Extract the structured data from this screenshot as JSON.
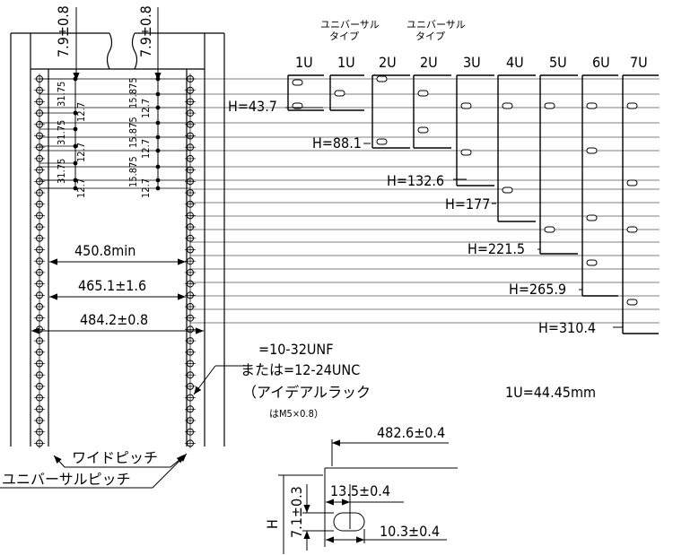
{
  "top_dims": {
    "left": "7.9±0.8",
    "right": "7.9±0.8"
  },
  "pitch_left": [
    "31.75",
    "12.7",
    "31.75",
    "12.7",
    "31.75",
    "12.7"
  ],
  "pitch_right": [
    "15.875",
    "12.7",
    "15.875",
    "12.7",
    "15.875",
    "12.7"
  ],
  "widths": {
    "w1": "450.8min",
    "w2": "465.1±1.6",
    "w3": "484.2±0.8"
  },
  "universal_type": {
    "line1": "ユニバーサル",
    "line2": "タイプ"
  },
  "units": [
    "1U",
    "1U",
    "2U",
    "2U",
    "3U",
    "4U",
    "5U",
    "6U",
    "7U"
  ],
  "heights": {
    "h1": "H=43.7",
    "h2": "H=88.1",
    "h3": "H=132.6",
    "h4": "H=177",
    "h5": "H=221.5",
    "h6": "H=265.9",
    "h7": "H=310.4"
  },
  "screw_note": {
    "l1": "=10-32UNF",
    "l2": "または=12-24UNC",
    "l3": "（アイデアルラック",
    "l4": "はM5×0.8）"
  },
  "unit_def": "1U=44.45mm",
  "pitch_names": {
    "wide": "ワイドピッチ",
    "universal": "ユニバーサルピッチ"
  },
  "detail": {
    "width": "482.6±0.4",
    "d1": "13.5±0.4",
    "d2": "10.3±0.4",
    "d3": "7.1±0.3",
    "h": "H"
  }
}
